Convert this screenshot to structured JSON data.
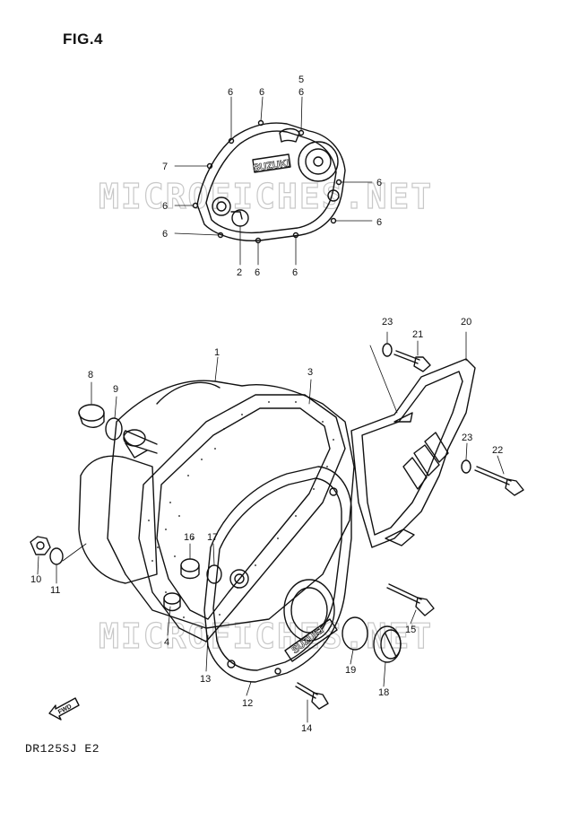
{
  "figure": {
    "title": "FIG.4",
    "model": "DR125SJ  E2"
  },
  "watermark": "MICROFICHES.NET",
  "brand_mark": "SUZUKI",
  "fwd_label": "FWD",
  "callouts": {
    "c1": "1",
    "c2": "2",
    "c3": "3",
    "c4": "4",
    "c5": "5",
    "c6": "6",
    "c7": "7",
    "c8": "8",
    "c9": "9",
    "c10": "10",
    "c11": "11",
    "c12": "12",
    "c13": "13",
    "c14": "14",
    "c15": "15",
    "c16": "16",
    "c17": "17",
    "c18": "18",
    "c19": "19",
    "c20": "20",
    "c21": "21",
    "c22": "22",
    "c23": "23"
  }
}
